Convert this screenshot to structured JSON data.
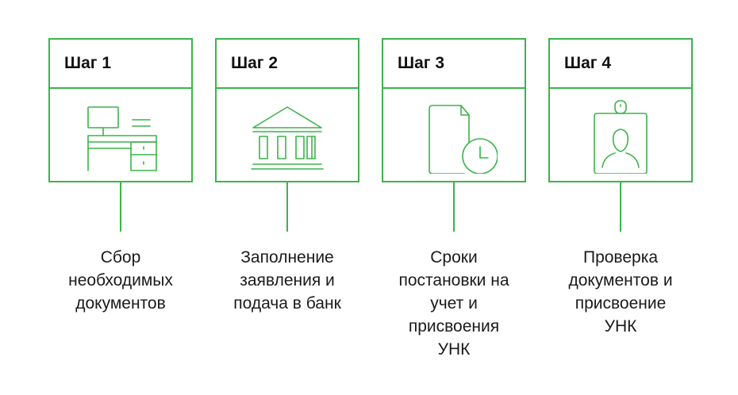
{
  "accent_color": "#3cb44b",
  "steps": [
    {
      "title": "Шаг 1",
      "description": "Сбор\nнеобходимых\nдокументов",
      "icon": "desk-computer-icon"
    },
    {
      "title": "Шаг 2",
      "description": "Заполнение\nзаявления и\nподача в банк",
      "icon": "bank-building-icon"
    },
    {
      "title": "Шаг 3",
      "description": "Сроки\nпостановки на\nучет и\nприсвоения\nУНК",
      "icon": "document-clock-icon"
    },
    {
      "title": "Шаг 4",
      "description": "Проверка\nдокументов и\nприсвоение\nУНК",
      "icon": "id-badge-icon"
    }
  ]
}
